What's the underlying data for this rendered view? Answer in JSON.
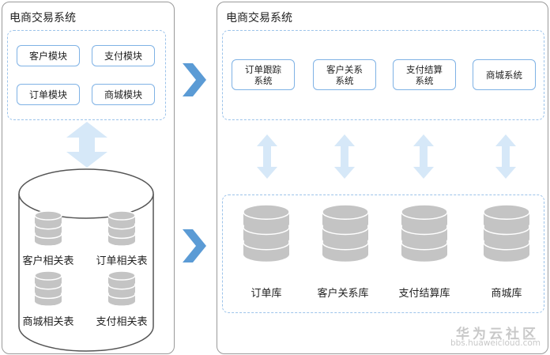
{
  "left": {
    "title": "电商交易系统",
    "modules": [
      "客户模块",
      "支付模块",
      "订单模块",
      "商城模块"
    ],
    "tables": [
      "客户相关表",
      "订单相关表",
      "商城相关表",
      "支付相关表"
    ]
  },
  "right": {
    "title": "电商交易系统",
    "systems": [
      {
        "line1": "订单跟踪",
        "line2": "系统"
      },
      {
        "line1": "客户关系",
        "line2": "系统"
      },
      {
        "line1": "支付结算",
        "line2": "系统"
      },
      {
        "line1": "商城系统",
        "line2": ""
      }
    ],
    "databases": [
      "订单库",
      "客户关系库",
      "支付结算库",
      "商城库"
    ]
  },
  "watermark": {
    "brand": "华为云社区",
    "url": "bbs.huaweicloud.com"
  },
  "colors": {
    "accent_blue": "#5b9bd5",
    "arrow_light": "#d6e8f8",
    "db_gray": "#c4c4c4"
  }
}
